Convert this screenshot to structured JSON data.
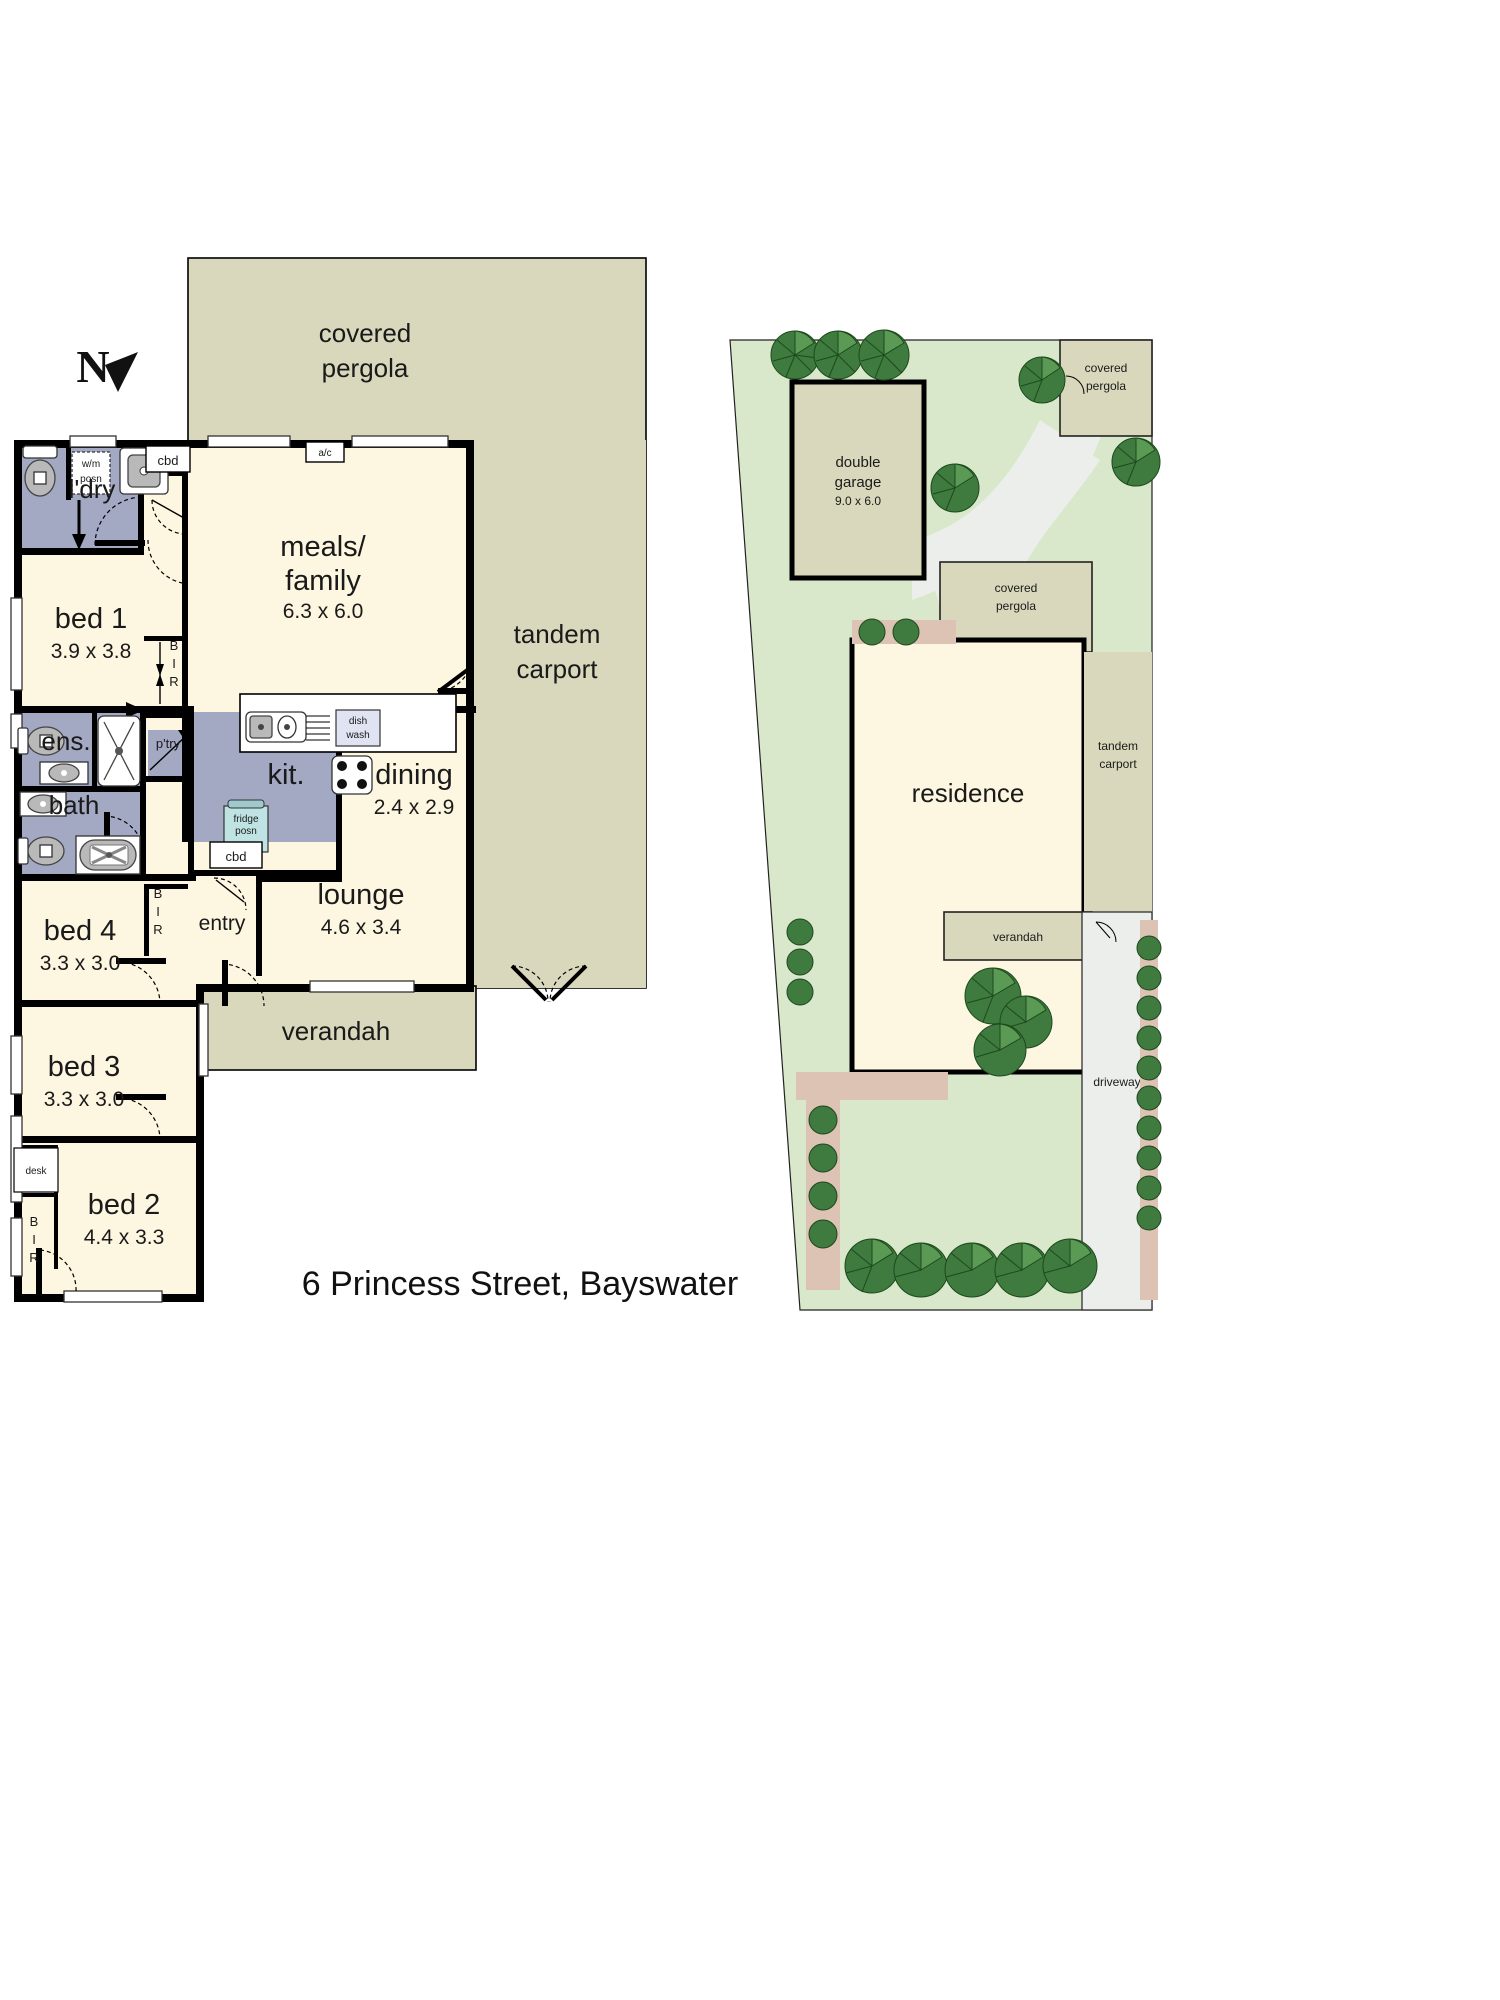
{
  "title": "6 Princess Street, Bayswater",
  "compass": {
    "label": "N"
  },
  "floorplan": {
    "rooms": [
      {
        "key": "covered_pergola",
        "label_line1": "covered",
        "label_line2": "pergola"
      },
      {
        "key": "tandem_carport",
        "label_line1": "tandem",
        "label_line2": "carport"
      },
      {
        "key": "meals_family",
        "label_line1": "meals/",
        "label_line2": "family",
        "dim": "6.3 x 6.0"
      },
      {
        "key": "bed1",
        "label": "bed 1",
        "dim": "3.9 x 3.8"
      },
      {
        "key": "bed2",
        "label": "bed 2",
        "dim": "4.4 x 3.3"
      },
      {
        "key": "bed3",
        "label": "bed 3",
        "dim": "3.3 x 3.0"
      },
      {
        "key": "bed4",
        "label": "bed 4",
        "dim": "3.3 x 3.0"
      },
      {
        "key": "dining",
        "label": "dining",
        "dim": "2.4 x 2.9"
      },
      {
        "key": "lounge",
        "label": "lounge",
        "dim": "4.6 x 3.4"
      },
      {
        "key": "kitchen",
        "label": "kit."
      },
      {
        "key": "laundry",
        "label": "l'dry"
      },
      {
        "key": "ensuite",
        "label": "ens."
      },
      {
        "key": "bathroom",
        "label": "bath"
      },
      {
        "key": "entry",
        "label": "entry"
      },
      {
        "key": "verandah",
        "label": "verandah"
      }
    ],
    "annotations": {
      "cbd_top": "cbd",
      "cbd_bottom": "cbd",
      "ac": "a/c",
      "pantry": "p'try",
      "dishwasher_line1": "dish",
      "dishwasher_line2": "wash",
      "fridge_line1": "fridge",
      "fridge_line2": "posn",
      "washing_machine_line1": "w/m",
      "washing_machine_line2": "posn",
      "desk": "desk",
      "bir_letters": [
        "B",
        "I",
        "R"
      ]
    }
  },
  "siteplan": {
    "labels": {
      "double_garage_line1": "double",
      "double_garage_line2": "garage",
      "double_garage_dim": "9.0 x 6.0",
      "covered_pergola_top_line1": "covered",
      "covered_pergola_top_line2": "pergola",
      "covered_pergola_mid_line1": "covered",
      "covered_pergola_mid_line2": "pergola",
      "residence": "residence",
      "tandem_carport_line1": "tandem",
      "tandem_carport_line2": "carport",
      "verandah": "verandah",
      "driveway": "driveway"
    }
  },
  "colors": {
    "wall": "#000000",
    "floor_cream": "#fdf6e0",
    "floor_wet": "#a3a8c3",
    "floor_beige": "#d9d8bc",
    "lawn": "#d9e8cb",
    "paving": "#eceeec",
    "garden_bed": "#dcc3b4",
    "tree_green": "#3f7a3f"
  }
}
